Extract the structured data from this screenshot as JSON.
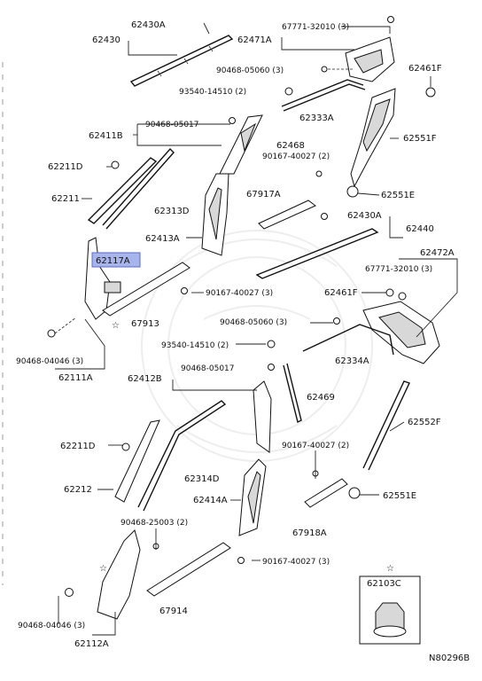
{
  "diagram": {
    "highlight_color": "#a8b4ec",
    "code": "N80296B",
    "labels": {
      "l62430A_a": "62430A",
      "l62430": "62430",
      "l67771_a": "67771-32010 (3)",
      "l62471A": "62471A",
      "l90468_05060_a": "90468-05060 (3)",
      "l62461F_a": "62461F",
      "l93540_a": "93540-14510 (2)",
      "l62333A": "62333A",
      "l90468_05017_a": "90468-05017",
      "l62411B": "62411B",
      "l62468": "62468",
      "l62551F": "62551F",
      "l90167_a": "90167-40027 (2)",
      "l62211D_a": "62211D",
      "l62551E_a": "62551E",
      "l67917A": "67917A",
      "l62211": "62211",
      "l62313D": "62313D",
      "l62430A_b": "62430A",
      "l62440": "62440",
      "l62413A": "62413A",
      "l62472A": "62472A",
      "l62117A": "62117A",
      "l67771_b": "67771-32010 (3)",
      "l90167_b": "90167-40027 (3)",
      "l62461F_b": "62461F",
      "l67913": "67913",
      "l90468_05060_b": "90468-05060 (3)",
      "l93540_b": "93540-14510 (2)",
      "l62334A": "62334A",
      "l90468_04046_a": "90468-04046 (3)",
      "l62111A": "62111A",
      "l62412B": "62412B",
      "l90468_05017_b": "90468-05017",
      "l62469": "62469",
      "l62552F": "62552F",
      "l62211D_b": "62211D",
      "l90167_c": "90167-40027 (2)",
      "l62212": "62212",
      "l62314D": "62314D",
      "l62551E_b": "62551E",
      "l62414A": "62414A",
      "l67918A": "67918A",
      "l90468_25003": "90468-25003 (2)",
      "l90167_d": "90167-40027 (3)",
      "l62103C": "62103C",
      "l67914": "67914",
      "l90468_04046_b": "90468-04046 (3)",
      "l62112A": "62112A"
    }
  }
}
